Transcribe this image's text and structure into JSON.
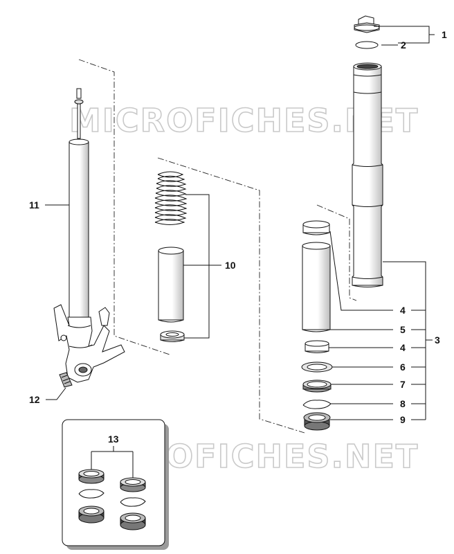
{
  "watermark": "MICROFICHES.NET",
  "callouts": {
    "c1": "1",
    "c2": "2",
    "c3": "3",
    "c4a": "4",
    "c4b": "4",
    "c5": "5",
    "c6": "6",
    "c7": "7",
    "c8": "8",
    "c9": "9",
    "c10": "10",
    "c11": "11",
    "c12": "12",
    "c13": "13"
  },
  "colors": {
    "line": "#111111",
    "part_fill": "#ffffff",
    "watermark_outline": "#c9c9c9",
    "shadow": "#9a9a9a"
  }
}
